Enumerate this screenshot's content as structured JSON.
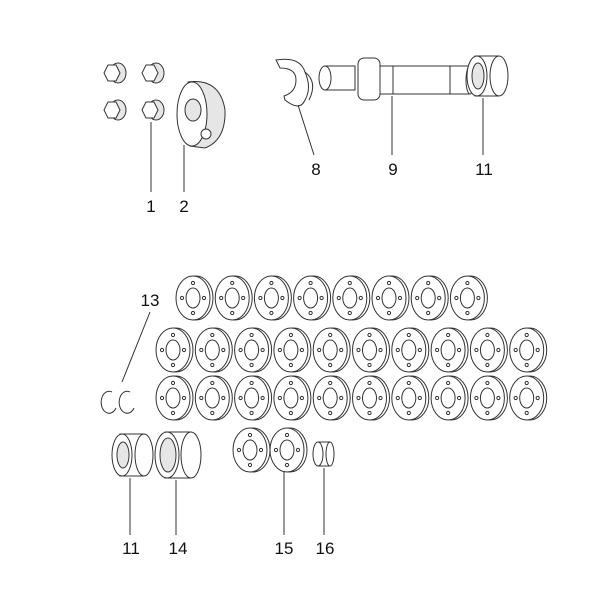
{
  "callouts": {
    "c1": "1",
    "c2": "2",
    "c8": "8",
    "c9": "9",
    "c11a": "11",
    "c13": "13",
    "c11b": "11",
    "c14": "14",
    "c15": "15",
    "c16": "16"
  },
  "parts": {
    "plugs": 4,
    "shim_rows": [
      8,
      10,
      10,
      2
    ]
  }
}
